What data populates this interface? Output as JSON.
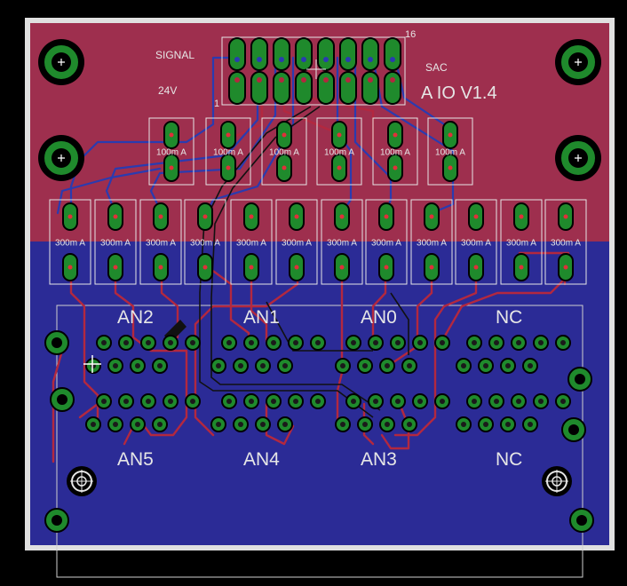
{
  "board": {
    "title": "A IO V1.4",
    "header_labels": {
      "signal": "SIGNAL",
      "v24": "24V",
      "sac": "SAC",
      "pin_one": "1",
      "pin_last": "16"
    },
    "top_resistor_label": "100m A",
    "bottom_resistor_label": "300m A",
    "top_resistor_count": 6,
    "bottom_resistor_count": 12,
    "connector_labels_top": [
      "AN2",
      "AN1",
      "AN0",
      "NC"
    ],
    "connector_labels_bottom": [
      "AN5",
      "AN4",
      "AN3",
      "NC"
    ],
    "colors": {
      "top_copper": "#9e2f4e",
      "bottom_copper": "#2b2b96",
      "pad": "#1f8a2c",
      "silkscreen": "#e6e6e6",
      "edge": "#e0e0e0"
    }
  }
}
